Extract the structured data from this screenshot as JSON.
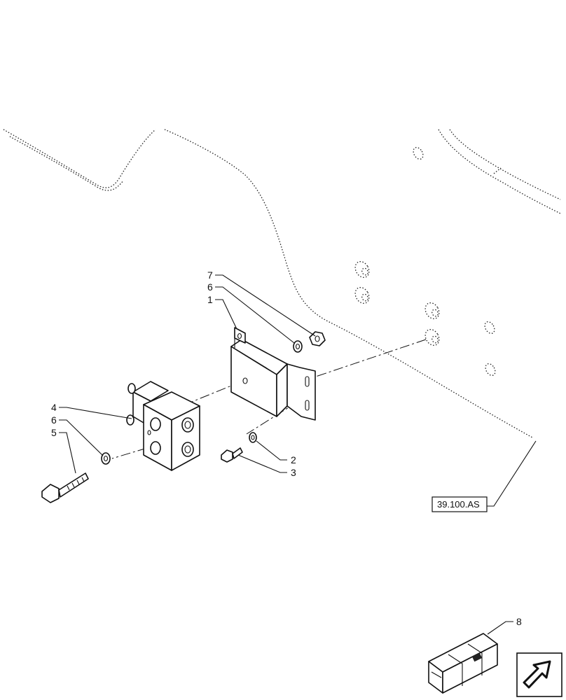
{
  "callouts": [
    {
      "id": "c7",
      "text": "7"
    },
    {
      "id": "c6a",
      "text": "6"
    },
    {
      "id": "c1",
      "text": "1"
    },
    {
      "id": "c4",
      "text": "4"
    },
    {
      "id": "c6b",
      "text": "6"
    },
    {
      "id": "c5",
      "text": "5"
    },
    {
      "id": "c2",
      "text": "2"
    },
    {
      "id": "c3",
      "text": "3"
    },
    {
      "id": "c8",
      "text": "8"
    }
  ],
  "reference": {
    "text": "39.100.AS"
  }
}
